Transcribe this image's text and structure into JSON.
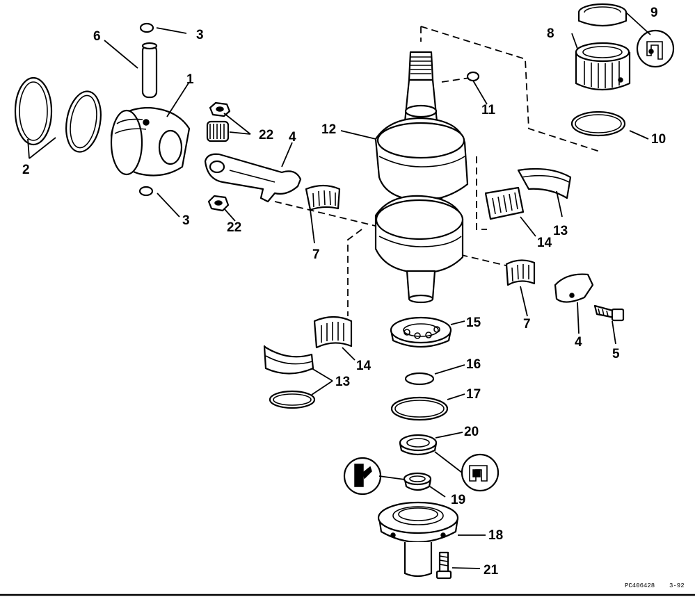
{
  "callouts": {
    "c1": "1",
    "c2": "2",
    "c3a": "3",
    "c3b": "3",
    "c4a": "4",
    "c4b": "4",
    "c5": "5",
    "c6": "6",
    "c7a": "7",
    "c7b": "7",
    "c8": "8",
    "c9": "9",
    "c10": "10",
    "c11": "11",
    "c12": "12",
    "c13a": "13",
    "c13b": "13",
    "c14a": "14",
    "c14b": "14",
    "c15": "15",
    "c16": "16",
    "c17": "17",
    "c18": "18",
    "c19": "19",
    "c20": "20",
    "c21": "21",
    "c22a": "22",
    "c22b": "22"
  },
  "footer": {
    "code": "PC406428",
    "rev": "3-92"
  }
}
